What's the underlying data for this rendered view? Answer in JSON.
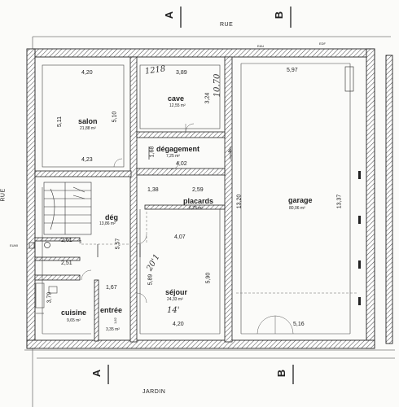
{
  "streets": {
    "top": "RUE",
    "left": "RUE",
    "bottom": "JARDIN",
    "top_small_left": "EAU",
    "top_small_right": "EDF",
    "left_small": "EUMI"
  },
  "sections": {
    "a_top": "A",
    "b_top": "B",
    "a_bottom": "A",
    "b_bottom": "B"
  },
  "rooms": {
    "salon": {
      "name": "salon",
      "area": "21,88 m²"
    },
    "cave": {
      "name": "cave",
      "area": "12,55 m²"
    },
    "degagement": {
      "name": "dégagement",
      "area": "7,25 m²"
    },
    "deg": {
      "name": "dég",
      "area": "13,86 m²"
    },
    "placards": {
      "name": "placards",
      "area": "6,78 m²"
    },
    "garage": {
      "name": "garage",
      "area": "80,06 m²"
    },
    "sejour": {
      "name": "séjour",
      "area": "24,33 m²"
    },
    "cuisine": {
      "name": "cuisine",
      "area": "9,65 m²"
    },
    "entree": {
      "name": "entrée",
      "area": "3,35 m²"
    }
  },
  "dimensions": {
    "salon_top": "4,20",
    "salon_left": "5,11",
    "salon_right": "5,10",
    "salon_bottom": "4,23",
    "cave_top": "3,89",
    "cave_right": "3,24",
    "garage_top": "5,97",
    "garage_left": "13,20",
    "garage_right": "13,37",
    "garage_bottom": "5,16",
    "deg_small_vert": "1,68",
    "degagement_width": "4,02",
    "placards_left": "1,38",
    "placards_right": "2,59",
    "mid_width": "4,07",
    "deg_height": "5,57",
    "deg_left_a": "2,61",
    "deg_left_b": "2,51",
    "sejour_left": "5,89",
    "sejour_right": "5,90",
    "sejour_bottom": "4,20",
    "entree_top": "1,67",
    "cuisine_left": "3,79",
    "entree_vert": "1,82",
    "small_99": "99",
    "small_4": "4"
  },
  "handwriting": {
    "note_1218": "1218",
    "note_1070": "10.70",
    "note_201": "20'1",
    "note_14": "14'"
  }
}
